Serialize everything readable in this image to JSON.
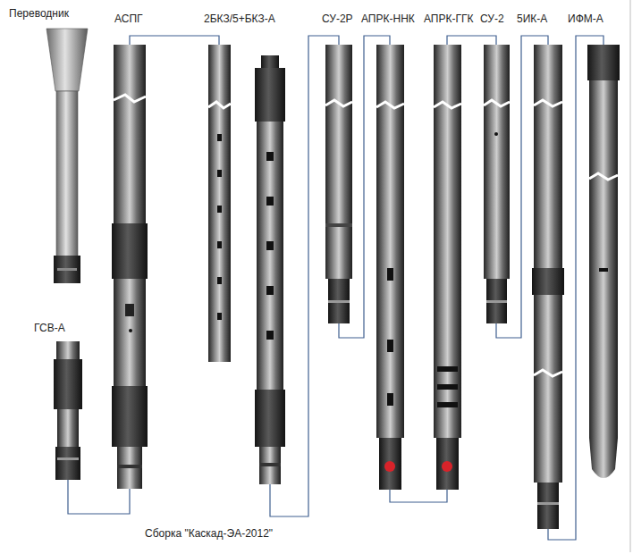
{
  "diagram": {
    "caption": "Сборка \"Каскад-ЭА-2012\"",
    "nodes": [
      {
        "text": [
          "Переводник"
        ]
      },
      {
        "text": [
          "ГСВ-А"
        ]
      },
      {
        "text": [
          "АСПГ"
        ]
      },
      {
        "text": [
          "2БКЗ/5+БКЗ-А"
        ]
      },
      {
        "text": [
          "СУ-2Р"
        ]
      },
      {
        "text": [
          "АПРК-ННК"
        ]
      },
      {
        "text": [
          "АПРК-ГГК"
        ]
      },
      {
        "text": [
          "СУ-2"
        ]
      },
      {
        "text": [
          "5ИК-А"
        ]
      },
      {
        "text": [
          "ИФМ-А"
        ]
      }
    ],
    "edges": [
      {
        "from": 1,
        "to": 2,
        "arrow": "none"
      },
      {
        "from": 2,
        "to": 3,
        "arrow": "none"
      },
      {
        "from": 3,
        "to": 4,
        "arrow": "none"
      },
      {
        "from": 4,
        "to": 5,
        "arrow": "none"
      },
      {
        "from": 5,
        "to": 6,
        "arrow": "none"
      },
      {
        "from": 6,
        "to": 7,
        "arrow": "none"
      },
      {
        "from": 7,
        "to": 8,
        "arrow": "none"
      },
      {
        "from": 8,
        "to": 9,
        "arrow": "none"
      }
    ]
  }
}
